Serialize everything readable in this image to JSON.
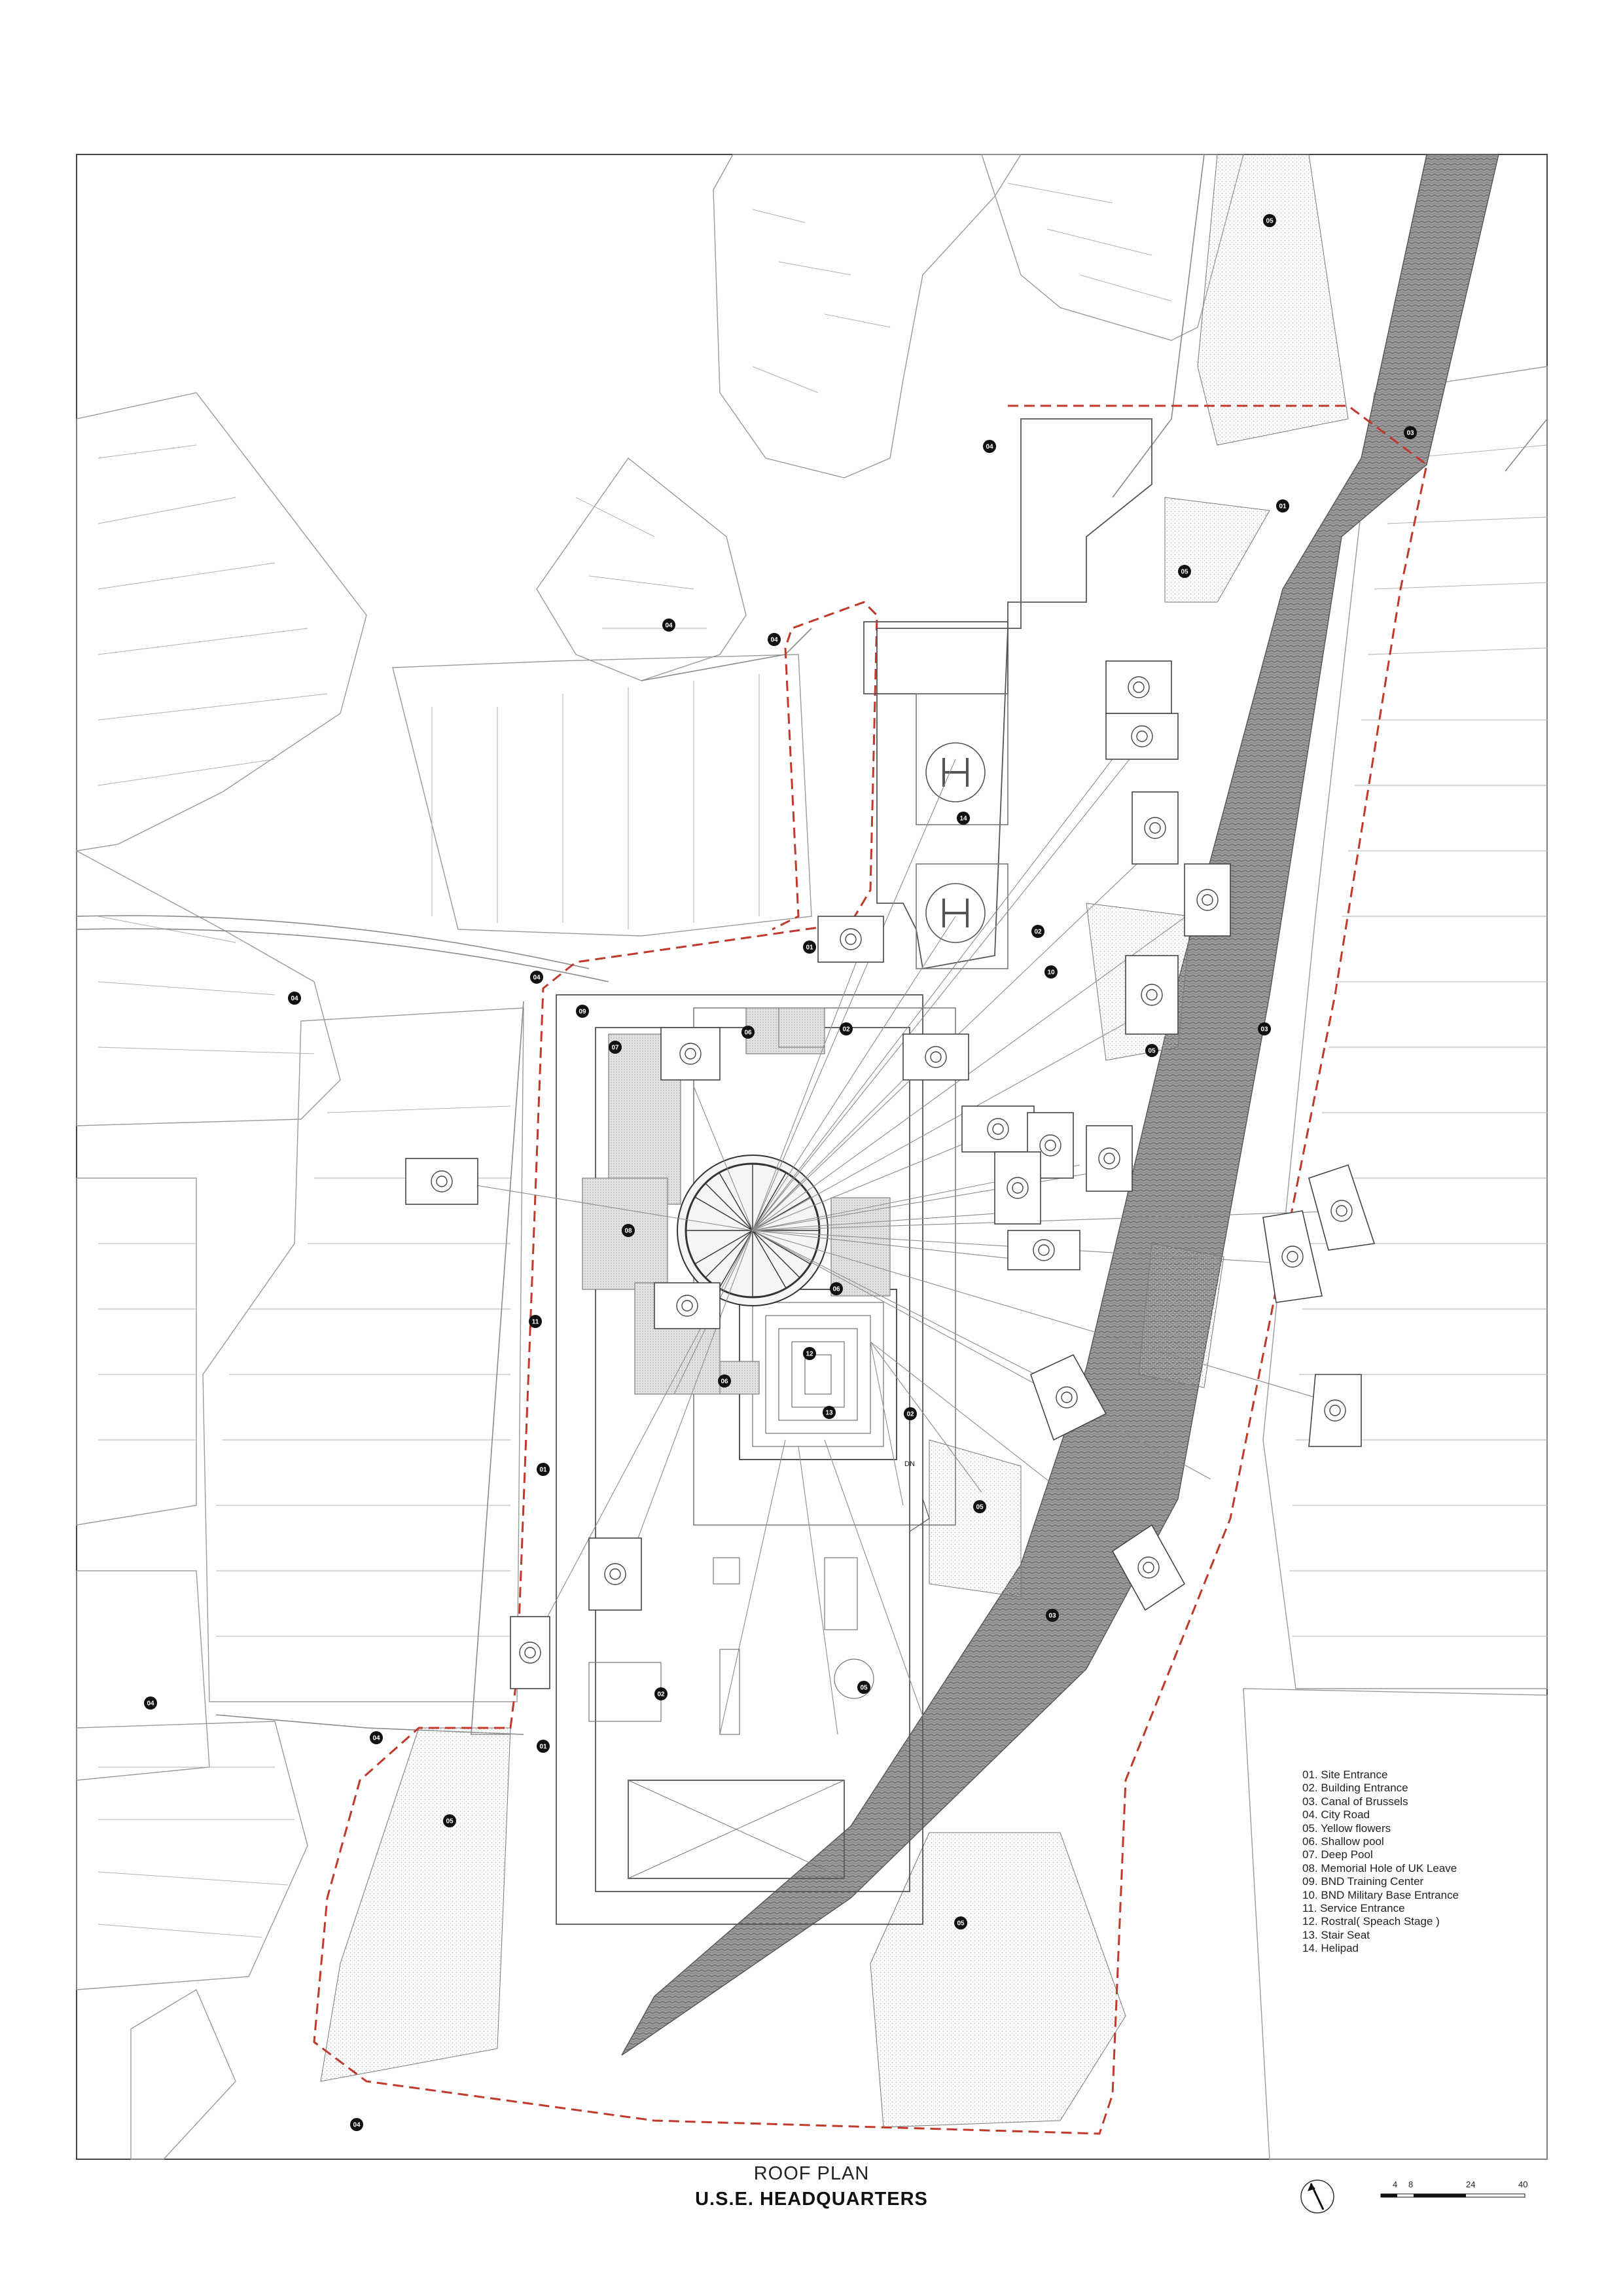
{
  "drawing": {
    "title": "ROOF PLAN",
    "subtitle": "U.S.E. HEADQUARTERS",
    "colors": {
      "linework": "#8a8a8a",
      "building_outline": "#555555",
      "site_boundary": "#c0392b",
      "hatch": "#bdbdbd",
      "tag_fill": "#111111"
    }
  },
  "legend": [
    "01. Site Entrance",
    "02. Building Entrance",
    "03. Canal of Brussels",
    "04. City Road",
    "05. Yellow flowers",
    "06. Shallow pool",
    "07. Deep Pool",
    "08. Memorial Hole of UK Leave",
    "09. BND Training Center",
    "10. BND Military Base Entrance",
    "11. Service Entrance",
    "12. Rostral( Speach Stage )",
    "13. Stair Seat",
    "14. Helipad"
  ],
  "tags": [
    "01",
    "02",
    "03",
    "04",
    "05",
    "06",
    "07",
    "08",
    "09",
    "10",
    "11",
    "12",
    "13",
    "14"
  ],
  "stair_label": "DN",
  "scale_bar": {
    "labels": [
      "4",
      "8",
      "24",
      "40"
    ]
  },
  "north_arrow": {
    "icon": "north-arrow-icon"
  }
}
